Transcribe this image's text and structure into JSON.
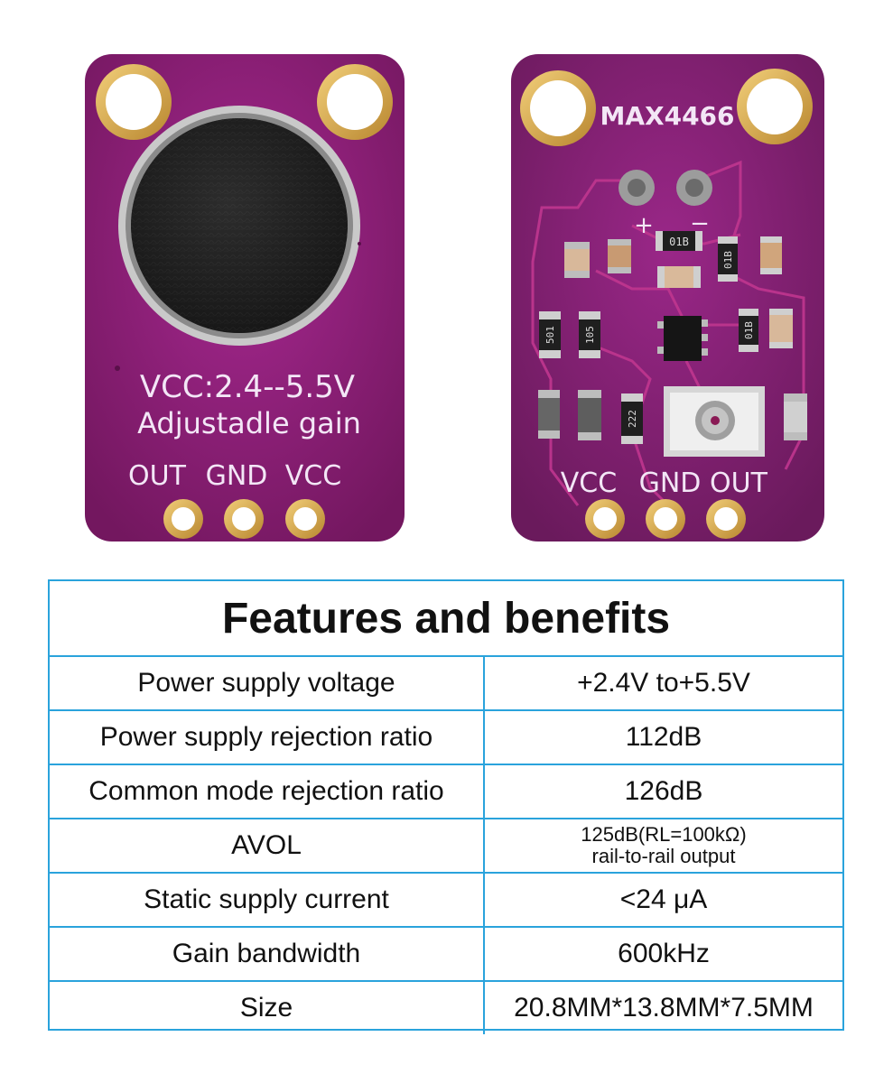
{
  "front_board": {
    "label_line1": "VCC:2.4--5.5V",
    "label_line2": "Adjustadle gain",
    "pins": [
      "OUT",
      "GND",
      "VCC"
    ]
  },
  "back_board": {
    "chip_label": "MAX4466",
    "mic_plus": "+",
    "mic_minus": "−",
    "pins": [
      "VCC",
      "GND",
      "OUT"
    ],
    "resistor_codes": [
      "01B",
      "01B",
      "501",
      "105",
      "01B",
      "222"
    ]
  },
  "features": {
    "title": "Features and benefits",
    "rows": [
      {
        "name": "Power supply voltage",
        "value": "+2.4V to+5.5V"
      },
      {
        "name": "Power supply rejection ratio",
        "value": "112dB"
      },
      {
        "name": "Common mode rejection ratio",
        "value": "126dB"
      },
      {
        "name": "AVOL",
        "value": "125dB(RL=100kΩ)",
        "value2": "rail-to-rail output"
      },
      {
        "name": "Static supply current",
        "value": "<24 μA"
      },
      {
        "name": "Gain bandwidth",
        "value": "600kHz"
      },
      {
        "name": "Size",
        "value": "20.8MM*13.8MM*7.5MM"
      }
    ]
  },
  "colors": {
    "pcb": "#8e1f7f",
    "pcb_dark": "#6b155f",
    "gold": "#d9a94a",
    "table_border": "#2aa3dc"
  }
}
